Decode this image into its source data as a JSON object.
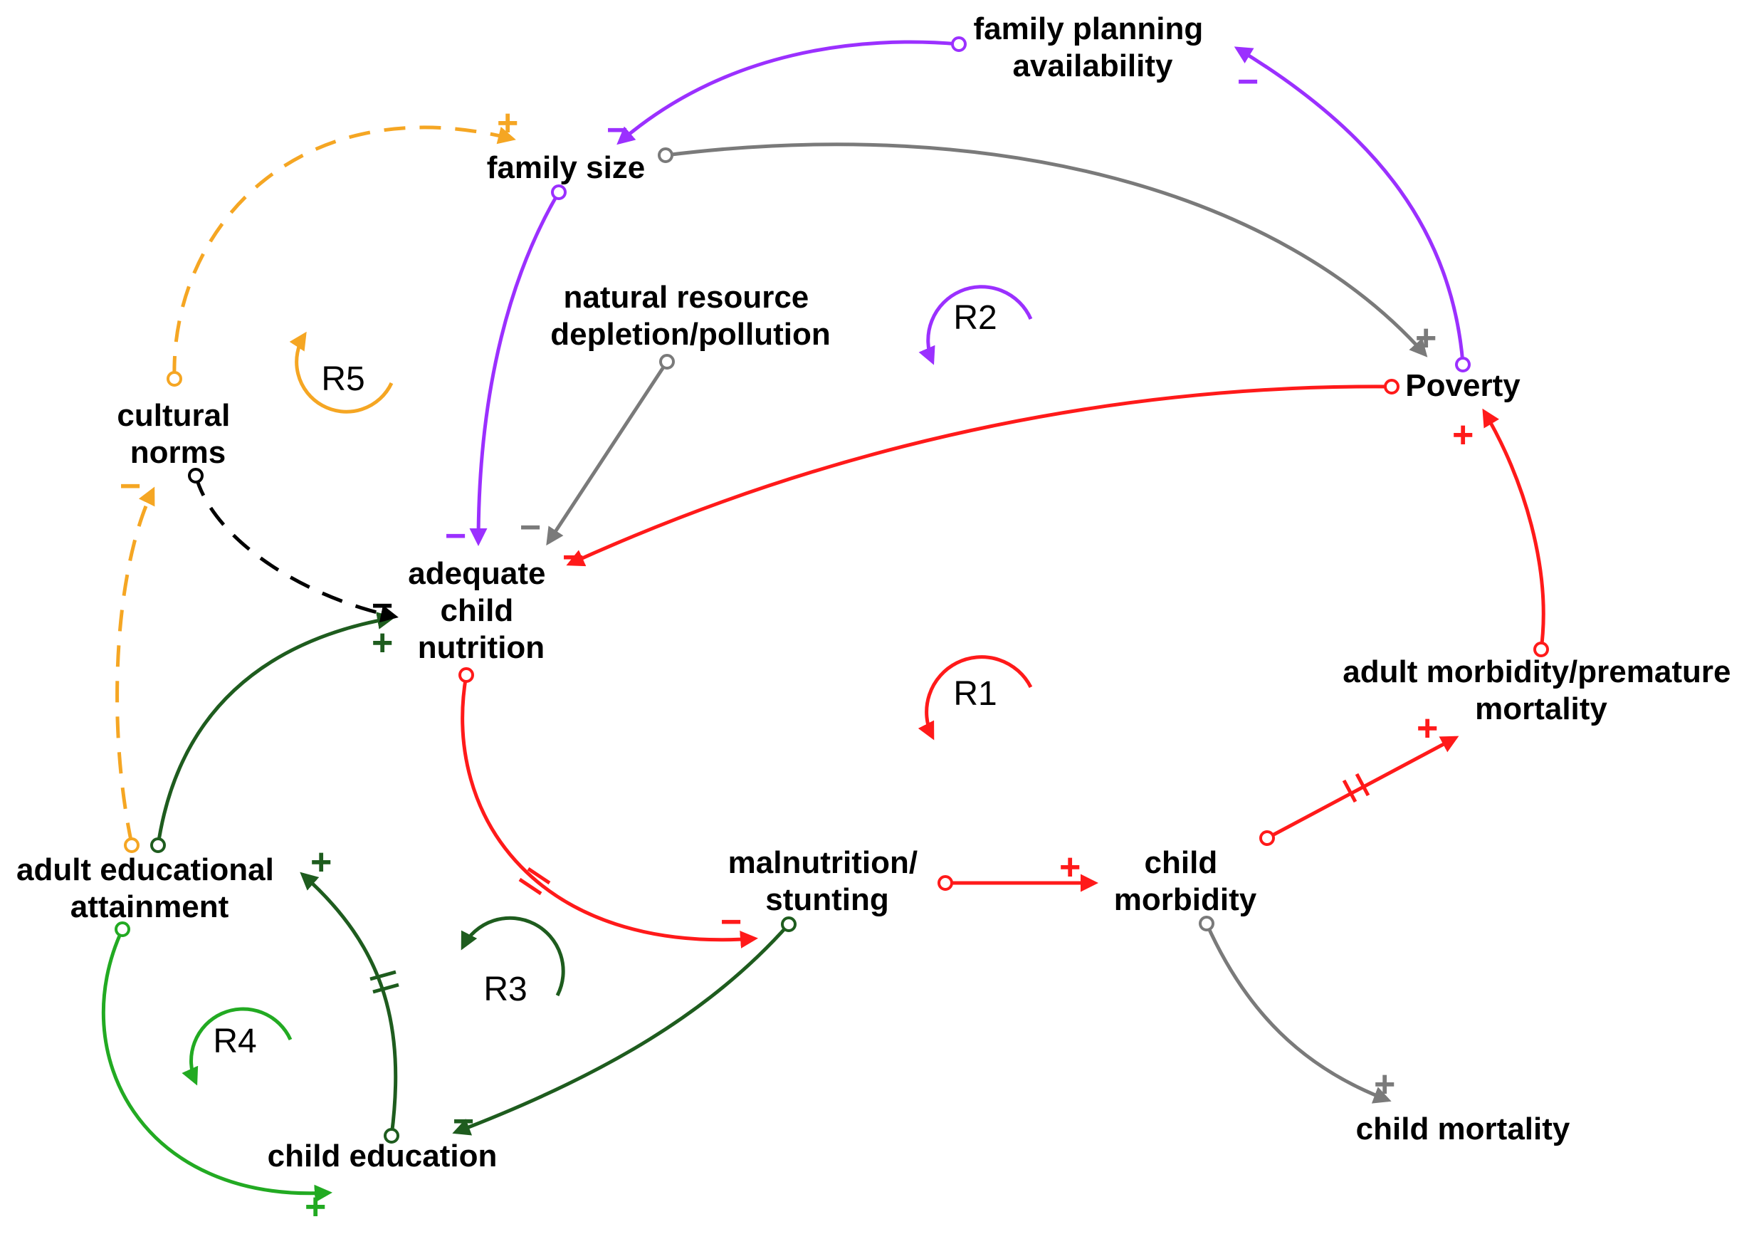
{
  "colors": {
    "red": "#ff1a1a",
    "purple": "#9b30ff",
    "gray": "#7a7a7a",
    "orange": "#f5a623",
    "dark_green": "#1e5c1e",
    "light_green": "#22aa22",
    "black": "#000000"
  },
  "nodes": {
    "family_planning": [
      "family planning",
      "availability"
    ],
    "family_size": [
      "family size"
    ],
    "natural_resource": [
      "natural resource",
      "depletion/pollution"
    ],
    "cultural_norms": [
      "cultural",
      "norms"
    ],
    "adequate_nutrition": [
      "adequate",
      "child",
      "nutrition"
    ],
    "poverty": [
      "Poverty"
    ],
    "adult_morbidity": [
      "adult morbidity/premature",
      "mortality"
    ],
    "adult_education": [
      "adult educational",
      "attainment"
    ],
    "malnutrition": [
      "malnutrition/",
      "stunting"
    ],
    "child_morbidity": [
      "child",
      "morbidity"
    ],
    "child_education": [
      "child education"
    ],
    "child_mortality": [
      "child mortality"
    ]
  },
  "loops": {
    "r1": "R1",
    "r2": "R2",
    "r3": "R3",
    "r4": "R4",
    "r5": "R5"
  },
  "polarity": {
    "plus": "+",
    "minus": "−"
  },
  "links": [
    {
      "from": "poverty",
      "to": "family_planning",
      "color": "purple",
      "polarity": "minus"
    },
    {
      "from": "family_planning",
      "to": "family_size",
      "color": "purple",
      "polarity": "minus"
    },
    {
      "from": "family_size",
      "to": "adequate_nutrition",
      "color": "purple",
      "polarity": "minus"
    },
    {
      "from": "family_size",
      "to": "poverty",
      "color": "gray",
      "polarity": "plus"
    },
    {
      "from": "natural_resource",
      "to": "adequate_nutrition",
      "color": "gray",
      "polarity": "minus"
    },
    {
      "from": "poverty",
      "to": "adequate_nutrition",
      "color": "red",
      "polarity": "minus"
    },
    {
      "from": "adequate_nutrition",
      "to": "malnutrition",
      "color": "red",
      "polarity": "minus",
      "delay": true
    },
    {
      "from": "malnutrition",
      "to": "child_morbidity",
      "color": "red",
      "polarity": "plus"
    },
    {
      "from": "child_morbidity",
      "to": "adult_morbidity",
      "color": "red",
      "polarity": "plus",
      "delay": true
    },
    {
      "from": "adult_morbidity",
      "to": "poverty",
      "color": "red",
      "polarity": "plus"
    },
    {
      "from": "child_morbidity",
      "to": "child_mortality",
      "color": "gray",
      "polarity": "plus"
    },
    {
      "from": "malnutrition",
      "to": "child_education",
      "color": "dark_green",
      "polarity": "minus"
    },
    {
      "from": "child_education",
      "to": "adult_education",
      "color": "dark_green",
      "polarity": "plus",
      "delay": true
    },
    {
      "from": "adult_education",
      "to": "adequate_nutrition",
      "color": "dark_green",
      "polarity": "plus"
    },
    {
      "from": "adult_education",
      "to": "child_education",
      "color": "light_green",
      "polarity": "plus"
    },
    {
      "from": "adult_education",
      "to": "cultural_norms",
      "color": "orange",
      "polarity": "minus",
      "dashed": true
    },
    {
      "from": "cultural_norms",
      "to": "family_size",
      "color": "orange",
      "polarity": "plus",
      "dashed": true
    },
    {
      "from": "cultural_norms",
      "to": "adequate_nutrition",
      "color": "black",
      "polarity": "minus",
      "dashed": true
    }
  ]
}
